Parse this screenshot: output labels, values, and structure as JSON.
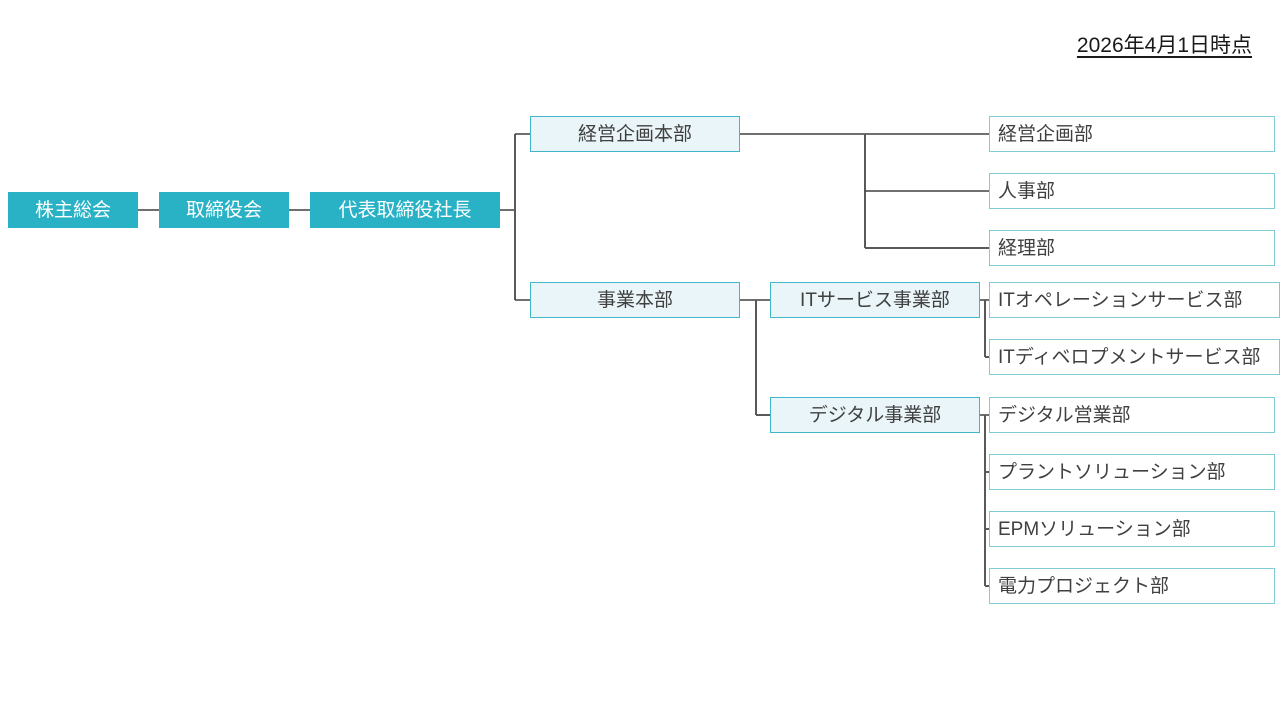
{
  "date_note": "2026年4月1日時点",
  "governance_chain": [
    {
      "label": "株主総会"
    },
    {
      "label": "取締役会"
    },
    {
      "label": "代表取締役社長"
    }
  ],
  "headquarters": [
    {
      "label": "経営企画本部",
      "departments": [
        {
          "label": "経営企画部"
        },
        {
          "label": "人事部"
        },
        {
          "label": "経理部"
        }
      ]
    },
    {
      "label": "事業本部",
      "divisions": [
        {
          "label": "ITサービス事業部",
          "departments": [
            {
              "label": "ITオペレーションサービス部"
            },
            {
              "label": "ITディベロプメントサービス部"
            }
          ]
        },
        {
          "label": "デジタル事業部",
          "departments": [
            {
              "label": "デジタル営業部"
            },
            {
              "label": "プラントソリューション部"
            },
            {
              "label": "EPMソリューション部"
            },
            {
              "label": "電力プロジェクト部"
            }
          ]
        }
      ]
    }
  ],
  "colors": {
    "accent_fill": "#29b2c6",
    "light_fill": "#e9f5f8",
    "light_border": "#3fb7c8",
    "plain_border": "#7fcbd6",
    "connector_line": "#404040",
    "text_dark": "#404040",
    "text_on_accent": "#ffffff"
  }
}
